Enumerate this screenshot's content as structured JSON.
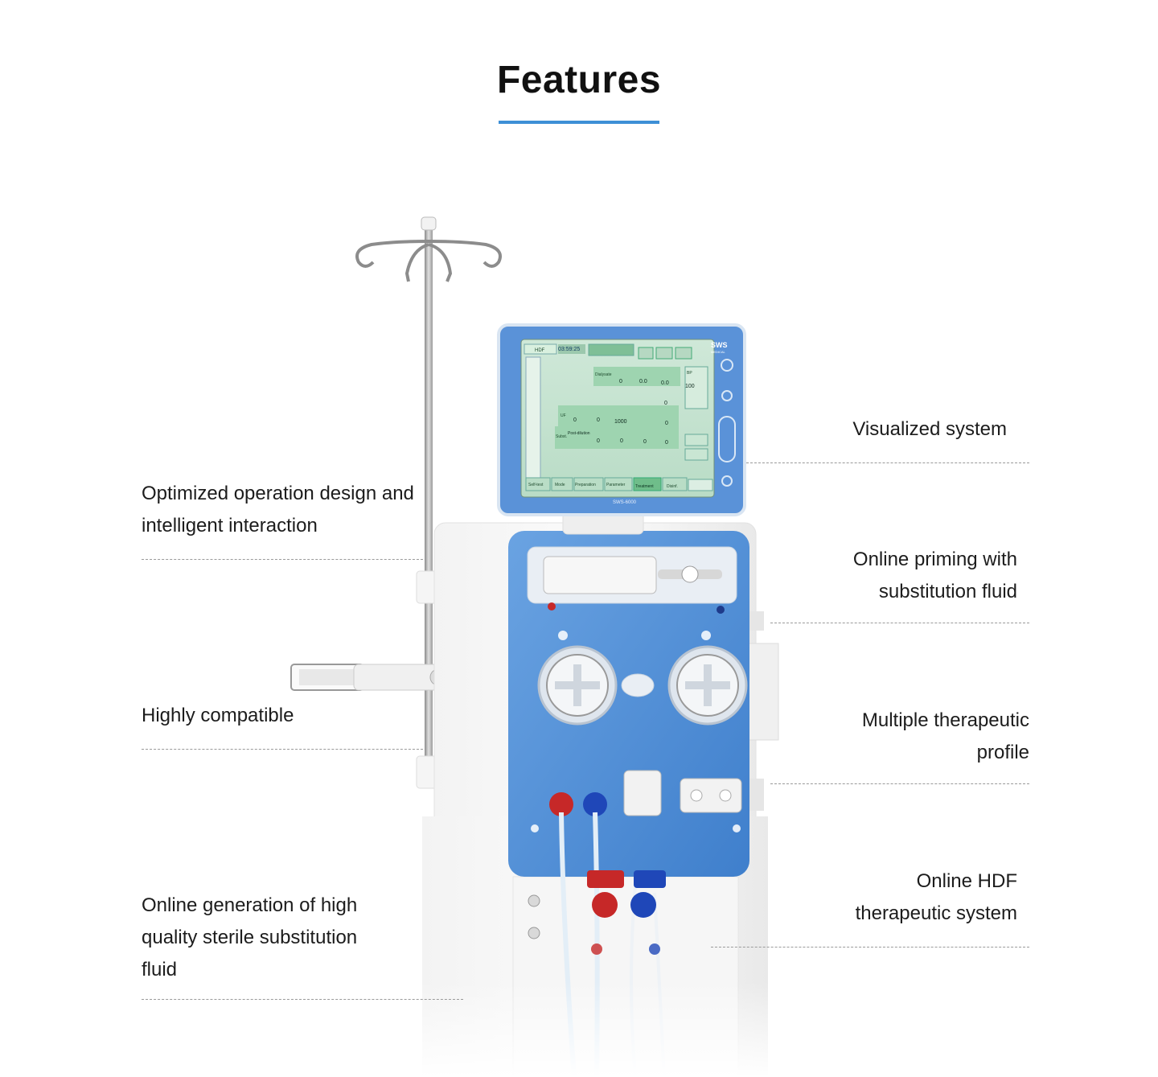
{
  "header": {
    "title": "Features",
    "accent_color": "#3d8fd6"
  },
  "features": {
    "left": [
      {
        "lines": [
          "Optimized operation design and",
          "intelligent interaction"
        ]
      },
      {
        "lines": [
          "Highly compatible"
        ]
      },
      {
        "lines": [
          "Online generation of high",
          "quality sterile substitution",
          "fluid"
        ]
      }
    ],
    "right": [
      {
        "lines": [
          "Visualized system"
        ]
      },
      {
        "lines": [
          "Online priming with",
          "substitution fluid"
        ]
      },
      {
        "lines": [
          "Multiple therapeutic",
          "profile"
        ]
      },
      {
        "lines": [
          "Online HDF",
          "therapeutic system"
        ]
      }
    ]
  },
  "device": {
    "brand": "SWS",
    "brand_sub": "MEDICAL",
    "model": "SWS-6000",
    "body_color": "#4f8fd8",
    "screen": {
      "mode": "HDF",
      "clock": "03:59:25",
      "dialysate_label": "Dialysate",
      "dialysate_values": [
        "0",
        "0.0",
        "0.0"
      ],
      "uf_label": "UF",
      "uf_values": [
        "0",
        "0",
        "1000"
      ],
      "subst_label": "Subst.",
      "subst_mode": "Post-dilution",
      "subst_values": [
        "0",
        "0",
        "0"
      ],
      "side_values": [
        "100",
        "0",
        "0",
        "0"
      ],
      "side_label": "BP",
      "tabs": [
        "Self-test",
        "Mode",
        "Preparation",
        "Parameter",
        "Treatment",
        "Disinf."
      ]
    }
  }
}
